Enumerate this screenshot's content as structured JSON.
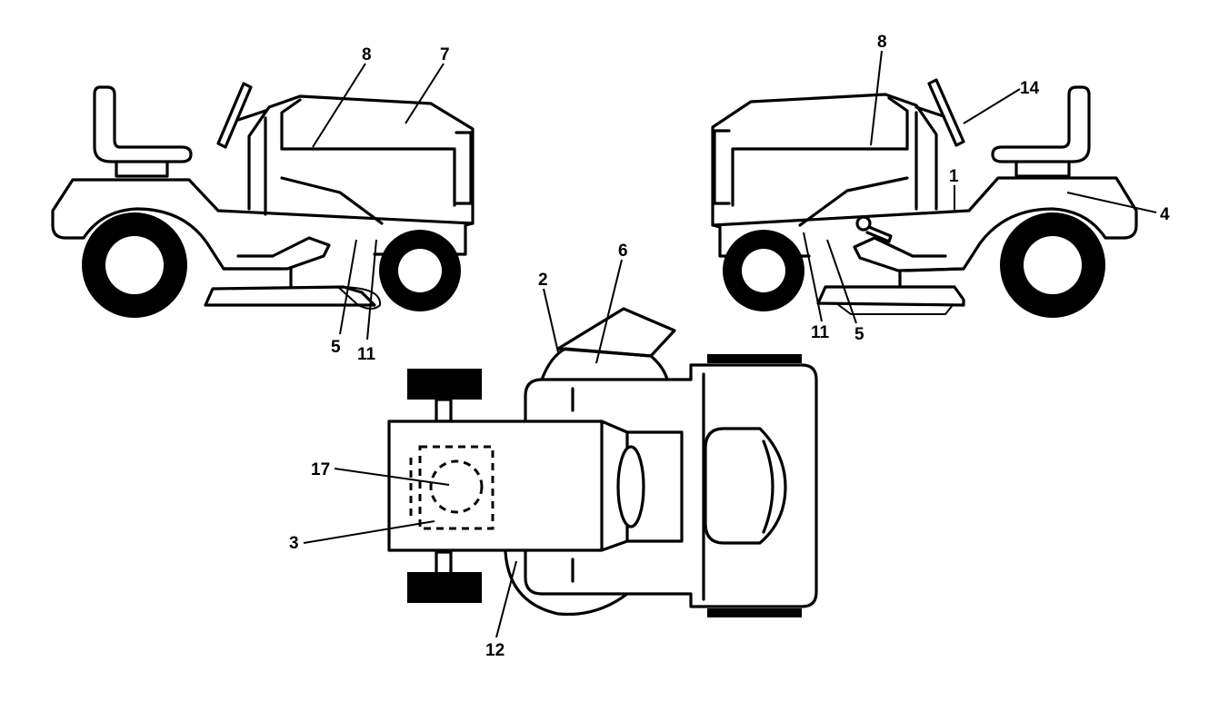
{
  "callouts": {
    "c1": "1",
    "c2": "2",
    "c3": "3",
    "c4": "4",
    "c5": "5",
    "c6": "6",
    "c7": "7",
    "c8": "8",
    "c11": "11",
    "c12": "12",
    "c14": "14",
    "c17": "17"
  },
  "colors": {
    "line": "#000000",
    "background": "#ffffff"
  }
}
